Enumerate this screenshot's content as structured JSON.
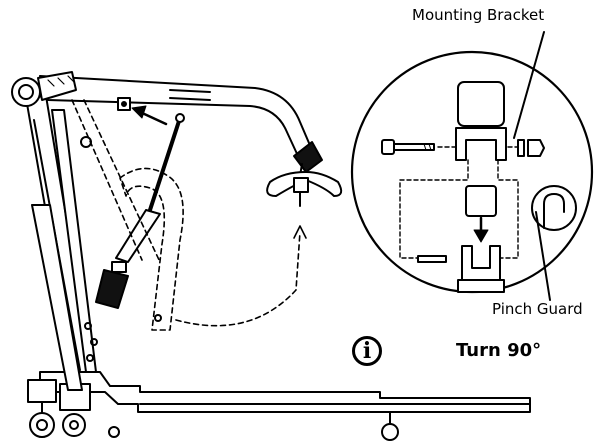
{
  "labels": {
    "mounting_bracket": "Mounting Bracket",
    "pinch_guard": "Pinch Guard",
    "turn": "Turn 90°"
  },
  "icons": {
    "info": "info-icon"
  },
  "colors": {
    "line": "#000000",
    "background": "#ffffff",
    "fill_dark": "#111111",
    "fill_light": "#ffffff"
  }
}
